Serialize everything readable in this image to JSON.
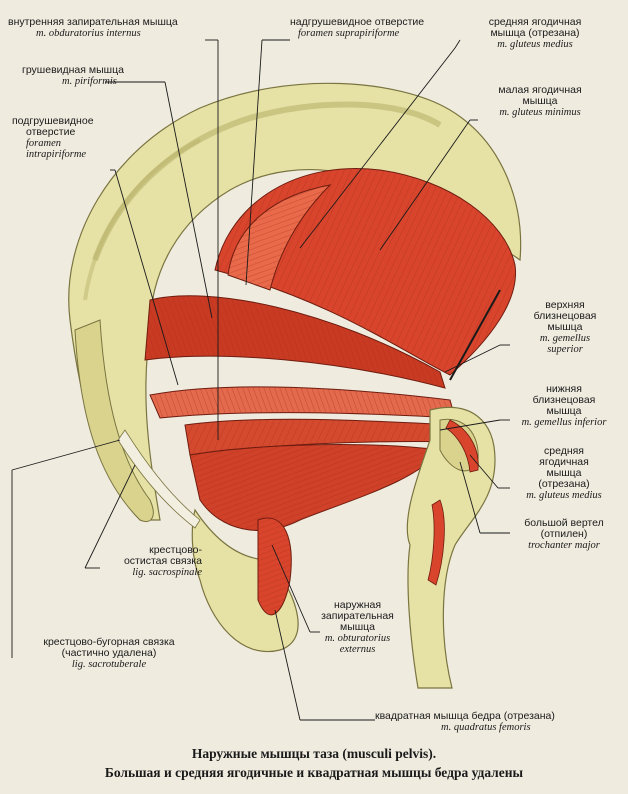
{
  "labels": {
    "obturator_internus": {
      "ru": "внутренняя запирательная мышца",
      "la": "m. obduratorius internus"
    },
    "foramen_suprapiriforme": {
      "ru": "надгрушевидное отверстие",
      "la": "foramen suprapiriforme"
    },
    "gluteus_medius_top": {
      "ru1": "средняя ягодичная",
      "ru2": "мышца (отрезана)",
      "la": "m. gluteus medius"
    },
    "piriformis": {
      "ru": "грушевидная мышца",
      "la": "m. piriformis"
    },
    "gluteus_minimus": {
      "ru1": "малая ягодичная",
      "ru2": "мышца",
      "la": "m. gluteus minimus"
    },
    "foramen_infrapiriforme": {
      "ru1": "подгрушевидное",
      "ru2": "отверстие",
      "la1": "foramen",
      "la2": "intrapiriforme"
    },
    "gemellus_superior": {
      "ru1": "верхняя",
      "ru2": "близнецовая",
      "ru3": "мышца",
      "la1": "m. gemellus",
      "la2": "superior"
    },
    "gemellus_inferior": {
      "ru1": "нижняя",
      "ru2": "близнецовая",
      "ru3": "мышца",
      "la": "m. gemellus inferior"
    },
    "gluteus_medius_bottom": {
      "ru1": "средняя",
      "ru2": "ягодичная",
      "ru3": "мышца",
      "ru4": "(отрезана)",
      "la": "m. gluteus medius"
    },
    "trochanter_major": {
      "ru1": "большой вертел",
      "ru2": "(отпилен)",
      "la": "trochanter major"
    },
    "sacrospinale": {
      "ru1": "крестцово-",
      "ru2": "остистая связка",
      "la": "lig. sacrospinale"
    },
    "obturator_externus": {
      "ru1": "наружная",
      "ru2": "запирательная",
      "ru3": "мышца",
      "la1": "m. obturatorius",
      "la2": "externus"
    },
    "sacrotuberale": {
      "ru1": "крестцово-бугорная связка",
      "ru2": "(частично удалена)",
      "la": "lig. sacrotuberale"
    },
    "quadratus_femoris": {
      "ru": "квадратная мышца бедра (отрезана)",
      "la": "m. quadratus femoris"
    }
  },
  "caption": {
    "line1": "Наружные мышцы таза (musculi pelvis).",
    "line2": "Большая и средняя ягодичные и квадратная мышцы бедра удалены"
  },
  "colors": {
    "background": "#efebdf",
    "bone": "#e6e2a6",
    "bone_dark": "#b9b36a",
    "muscle": "#d8452c",
    "muscle_dark": "#a82c1c",
    "tendon": "#f2eee0",
    "line": "#1a1a1a"
  }
}
